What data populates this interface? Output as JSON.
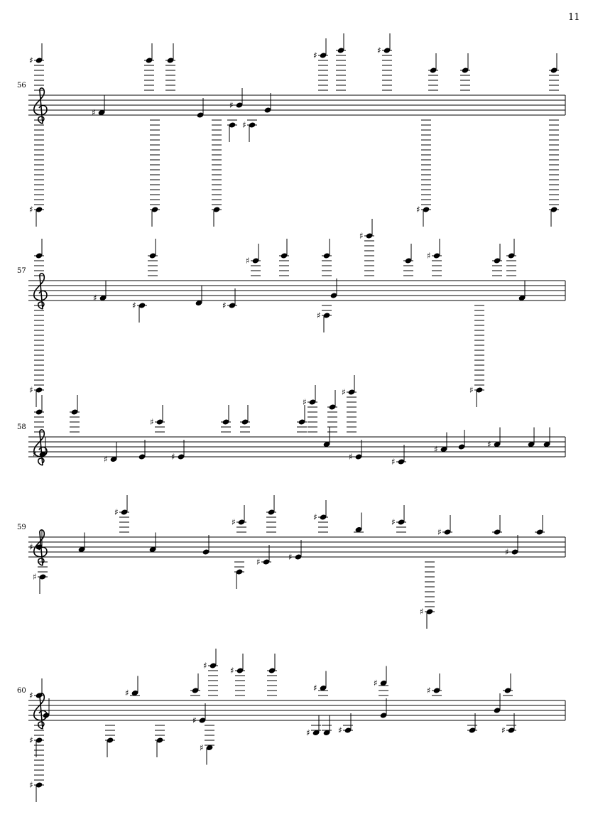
{
  "page": {
    "number": "11"
  },
  "systems": [
    {
      "measure": "56"
    },
    {
      "measure": "57"
    },
    {
      "measure": "58"
    },
    {
      "measure": "59"
    },
    {
      "measure": "60"
    }
  ],
  "colors": {
    "ink": "#000000",
    "paper": "#ffffff"
  }
}
